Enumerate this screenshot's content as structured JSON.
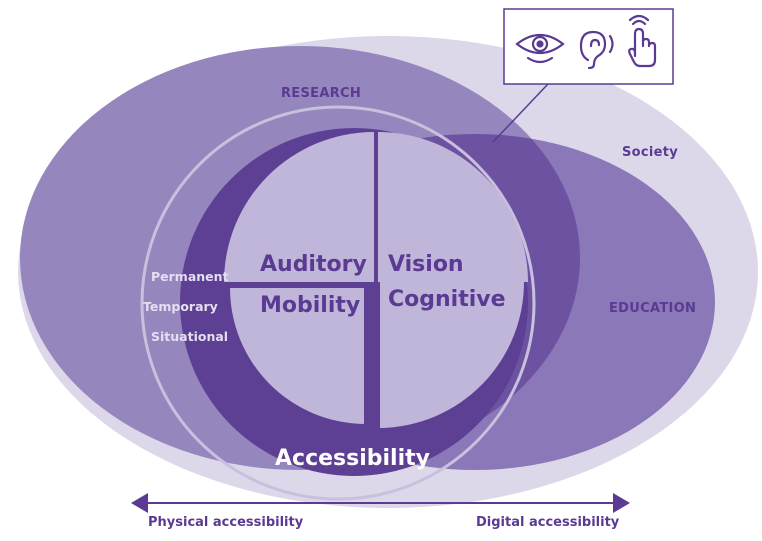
{
  "colors": {
    "society": "#dcd7e9",
    "research": "#9686be",
    "education": "#8a78b8",
    "overlap": "#6e52a2",
    "inner_ring": "#5d3f93",
    "inner_ring_stroke": "#c9c0dd",
    "quadrant": "#c0b6d9",
    "text_dark": "#5a3a92",
    "text_light": "#ffffff",
    "text_muted": "#e4dff0",
    "icon_stroke": "#5a3a92"
  },
  "labels": {
    "research": "RESEARCH",
    "society": "Society",
    "education": "EDUCATION",
    "permanent": "Permanent",
    "temporary": "Temporary",
    "situational": "Situational",
    "accessibility": "Accessibility"
  },
  "quadrants": {
    "auditory": "Auditory",
    "vision": "Vision",
    "mobility": "Mobility",
    "cognitive": "Cognitive"
  },
  "axis": {
    "left_label": "Physical accessibility",
    "right_label": "Digital accessibility"
  },
  "icons": [
    "eye-icon",
    "ear-icon",
    "touch-hand-icon"
  ]
}
